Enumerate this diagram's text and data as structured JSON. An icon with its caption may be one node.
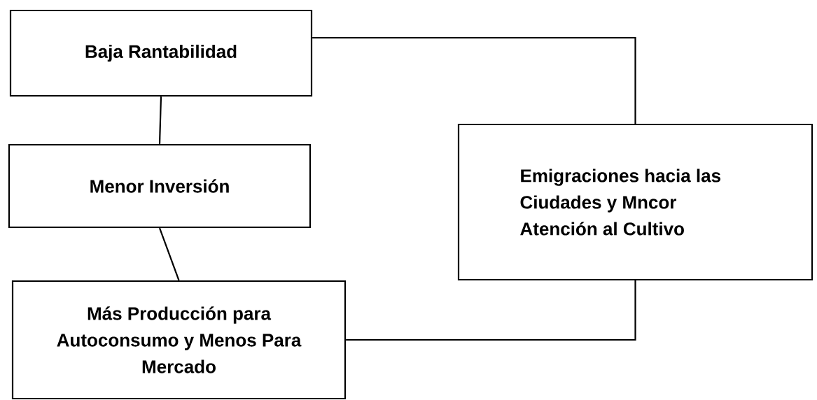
{
  "diagram": {
    "nodes": [
      {
        "text": [
          "Baja Rantabilidad"
        ]
      },
      {
        "text": [
          "Menor Inversión"
        ]
      },
      {
        "text": [
          "Más Producción para Autoconsumo y Menos Para Mercado"
        ]
      },
      {
        "text": [
          "Emigraciones hacia las Ciudades y Mncor Atención al Cultivo"
        ]
      }
    ],
    "edges": [
      {
        "from": 0,
        "to": 1,
        "arrow": "none"
      },
      {
        "from": 1,
        "to": 2,
        "arrow": "none"
      },
      {
        "from": 0,
        "to": 3,
        "arrow": "none"
      },
      {
        "from": 2,
        "to": 3,
        "arrow": "none"
      }
    ]
  }
}
